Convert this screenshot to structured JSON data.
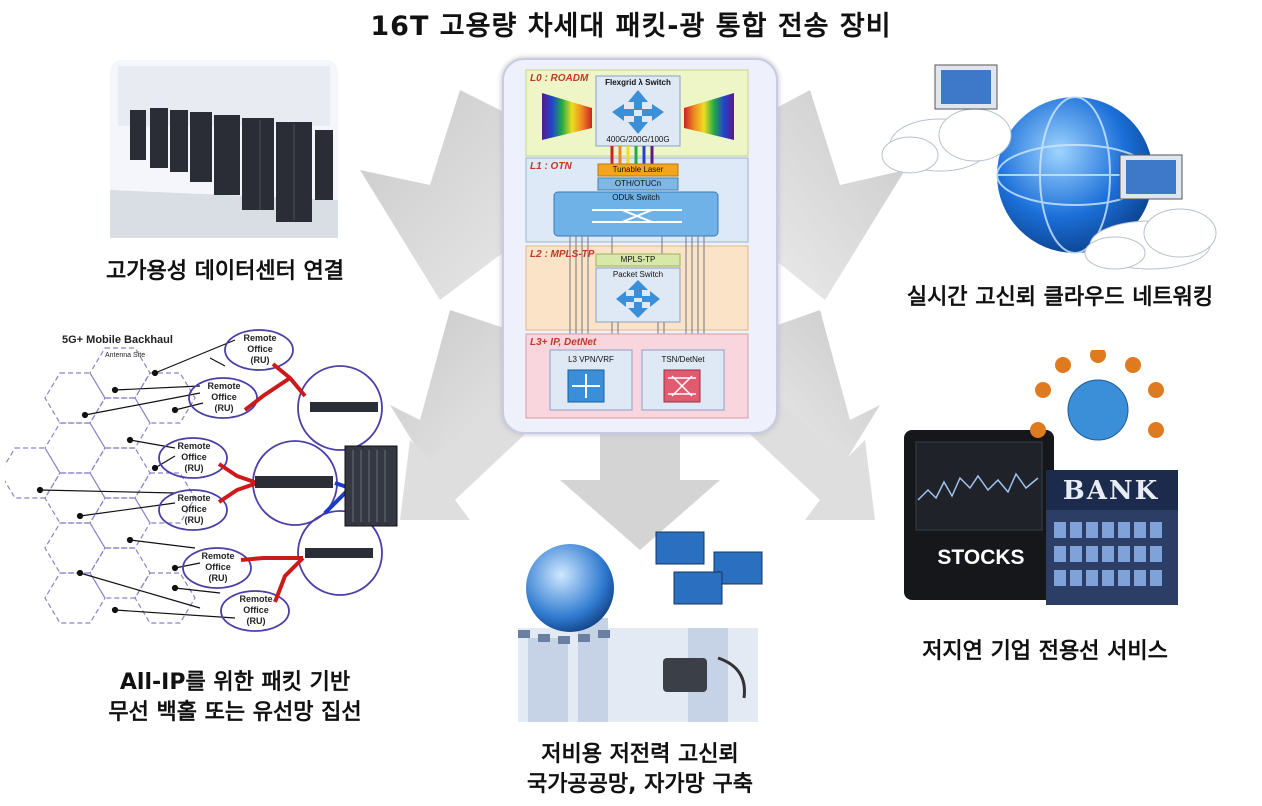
{
  "title": "16T 고용량 차세대 패킷-광 통합 전송 장비",
  "captions": {
    "datacenter": "고가용성 데이터센터  연결",
    "cloud": "실시간 고신뢰 클라우드 네트워킹",
    "allip_line1": "All-IP를 위한 패킷 기반",
    "allip_line2": "무선 백홀 또는 유선망 집선",
    "enterprise": "저지연 기업 전용선 서비스",
    "public_line1": "저비용 저전력 고신뢰",
    "public_line2": "국가공공망, 자가망 구축"
  },
  "stack": {
    "l0_label": "L0 : ROADM",
    "flexgrid": "Flexgrid λ Switch",
    "rates": "400G/200G/100G",
    "l1_label": "L1 : OTN",
    "tunable": "Tunable Laser",
    "oth": "OTH/OTUCn",
    "oduk": "ODUk Switch",
    "l2_label": "L2 : MPLS-TP",
    "mplstp": "MPLS-TP",
    "packet": "Packet Switch",
    "l3_label": "L3+ IP, DetNet",
    "l3vpn": "L3 VPN/VRF",
    "tsn": "TSN/DetNet"
  },
  "backhaul": {
    "title": "5G+ Mobile Backhaul",
    "antenna": "Antenna Site",
    "ro_line1": "Remote",
    "ro_line2": "Office",
    "ro_line3": "(RU)"
  },
  "enterprise_img": {
    "bank": "BANK",
    "stocks": "STOCKS"
  }
}
